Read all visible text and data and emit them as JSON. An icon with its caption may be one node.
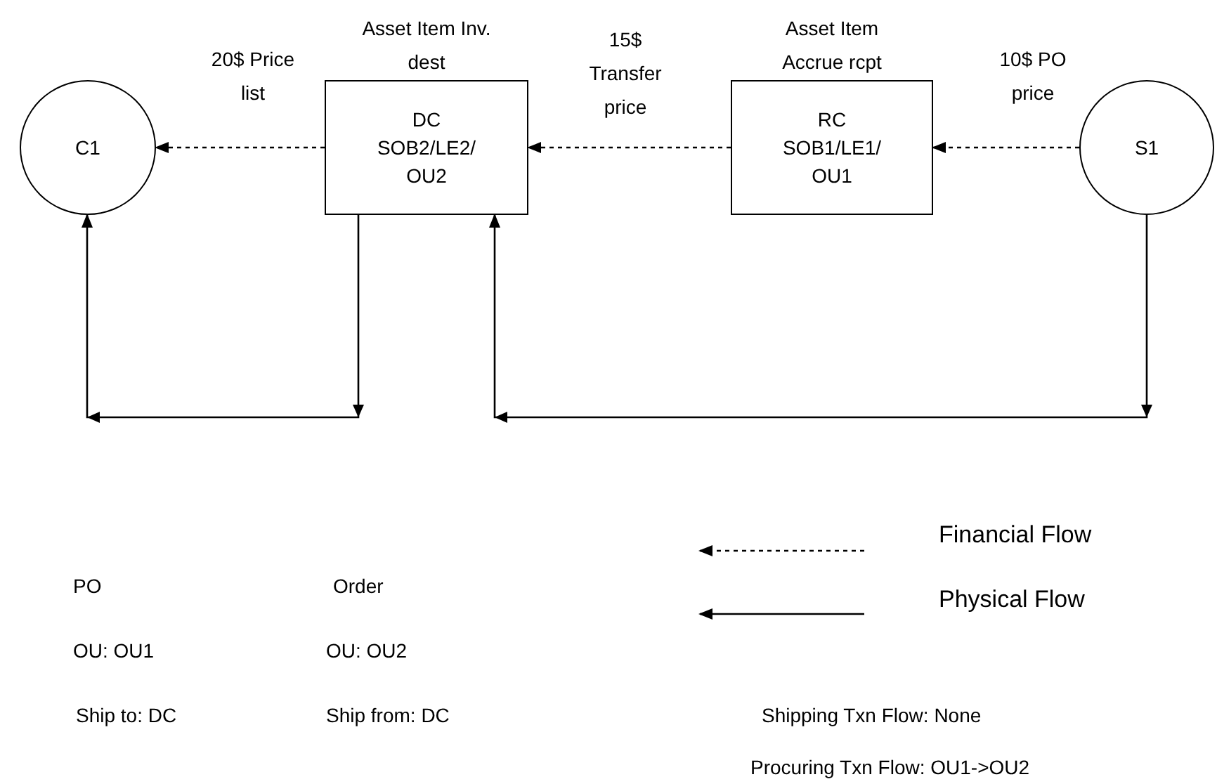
{
  "diagram": {
    "nodes": [
      {
        "text": [
          "C1"
        ]
      },
      {
        "text": [
          "Asset Item Inv. dest",
          "DC SOB2/LE2/ OU2"
        ]
      },
      {
        "text": [
          "Asset Item Accrue rcpt",
          "RC SOB1/LE1/ OU1"
        ]
      },
      {
        "text": [
          "S1"
        ]
      }
    ],
    "edges": [
      {
        "from": 3,
        "to": 2,
        "arrow": "to",
        "label": "10$ PO price",
        "style": "dashed"
      },
      {
        "from": 2,
        "to": 1,
        "arrow": "to",
        "label": "15$ Transfer price",
        "style": "dashed"
      },
      {
        "from": 1,
        "to": 0,
        "arrow": "to",
        "label": "20$ Price list",
        "style": "dashed"
      },
      {
        "from": 1,
        "to": 0,
        "arrow": "to"
      },
      {
        "from": 3,
        "to": 1,
        "arrow": "to"
      }
    ],
    "labels": [
      "PO",
      "Order",
      "OU: OU1",
      "OU: OU2",
      "Ship to: DC",
      "Ship from: DC",
      "Shipping Txn Flow: None",
      "Procuring Txn Flow: OU1->OU2"
    ],
    "legend": [
      {
        "text": "Financial Flow"
      },
      {
        "text": "Physical Flow"
      }
    ]
  }
}
